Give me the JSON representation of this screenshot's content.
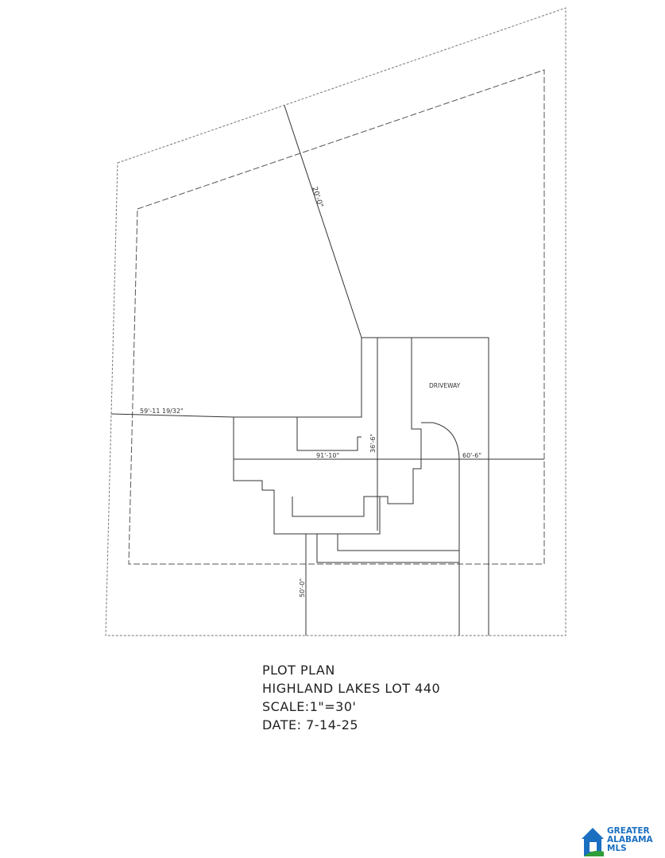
{
  "drawing": {
    "labels": {
      "top_setback": "20'-0\"",
      "left_offset": "59'-11 19/32\"",
      "width": "91'-10\"",
      "depth": "36'-6\"",
      "right_offset": "60'-6\"",
      "front_setback": "50'-0\"",
      "driveway": "DRIVEWAY"
    }
  },
  "title_block": {
    "line1": "PLOT PLAN",
    "line2": "HIGHLAND LAKES LOT 440",
    "line3": "SCALE:1\"=30'",
    "line4": "DATE: 7-14-25"
  },
  "logo": {
    "line1": "GREATER",
    "line2": "ALABAMA",
    "line3": "MLS",
    "house_color": "#1a6fc1",
    "ground_color": "#2e9e3a"
  }
}
